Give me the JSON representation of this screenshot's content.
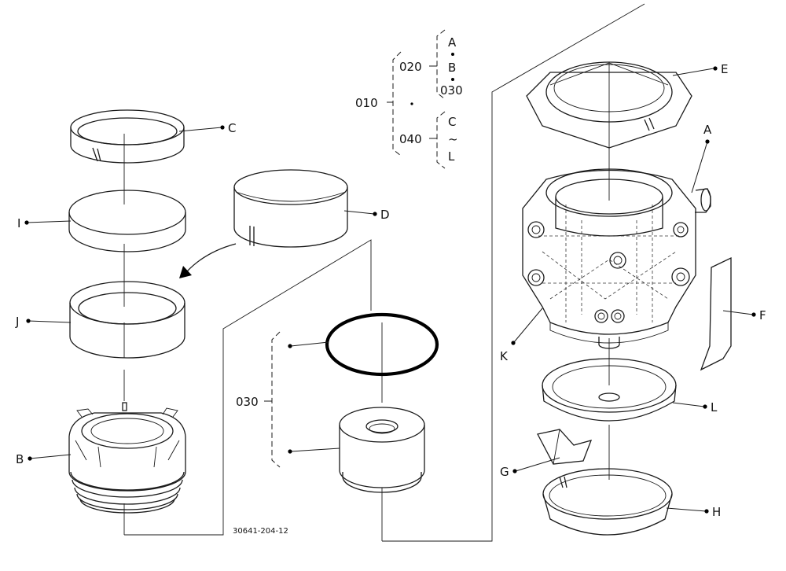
{
  "parts": {
    "A": "A",
    "B": "B",
    "C": "C",
    "D": "D",
    "E": "E",
    "F": "F",
    "G": "G",
    "H": "H",
    "I": "I",
    "J": "J",
    "K": "K",
    "L": "L"
  },
  "codes": {
    "c010": "010",
    "c020": "020",
    "c030": "030",
    "c040": "040",
    "c030_kit": "030"
  },
  "legend": {
    "a": "A",
    "b": "B",
    "c": "C",
    "l": "L",
    "tilde": "~",
    "dot": "·"
  },
  "drawing_number": "30641-204-12"
}
